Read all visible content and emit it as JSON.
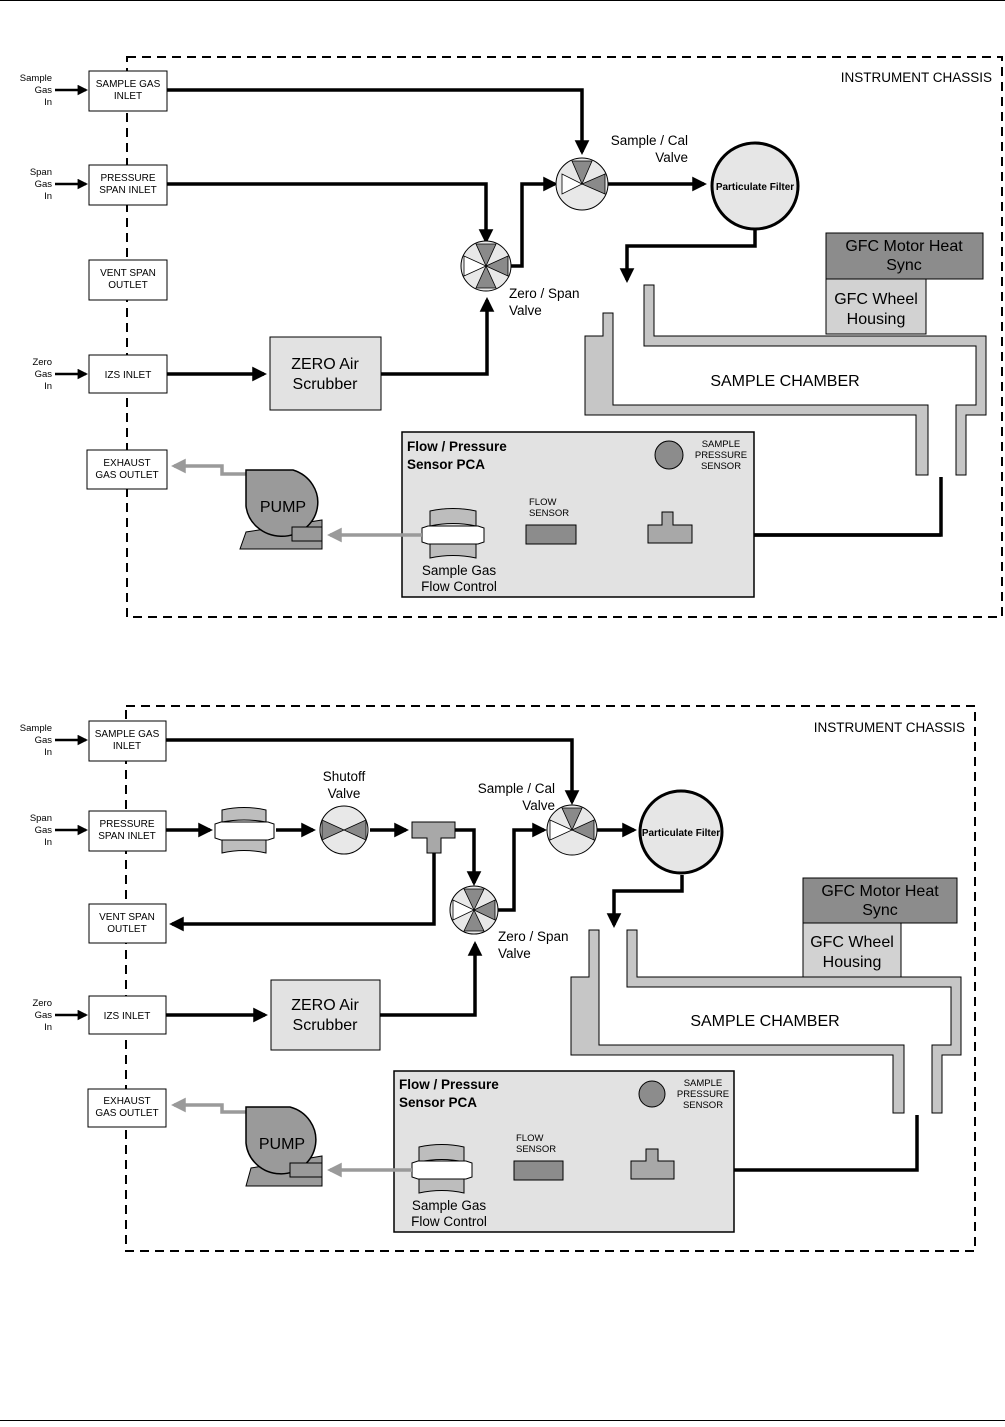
{
  "diagrams": [
    {
      "chassis": "INSTRUMENT CHASSIS",
      "ports": [
        {
          "label": [
            "SAMPLE GAS",
            "INLET"
          ],
          "side_text": [
            "Sample",
            "Gas",
            "In"
          ]
        },
        {
          "label": [
            "PRESSURE",
            "SPAN INLET"
          ],
          "side_text": [
            "Span",
            "Gas",
            "In"
          ]
        },
        {
          "label": [
            "VENT SPAN",
            "OUTLET"
          ],
          "side_text": []
        },
        {
          "label": [
            "IZS INLET"
          ],
          "side_text": [
            "Zero",
            "Gas",
            "In"
          ]
        },
        {
          "label": [
            "EXHAUST",
            "GAS OUTLET"
          ],
          "side_text": []
        }
      ],
      "sample_cal_valve": [
        "Sample / Cal",
        "Valve"
      ],
      "zero_span_valve": [
        "Zero / Span",
        "Valve"
      ],
      "particulate_filter": "Particulate Filter",
      "gfc_motor": [
        "GFC Motor Heat",
        "Sync"
      ],
      "gfc_wheel": [
        "GFC Wheel",
        "Housing"
      ],
      "sample_chamber": "SAMPLE CHAMBER",
      "zero_air_scrubber": [
        "ZERO Air",
        "Scrubber"
      ],
      "pca": [
        "Flow / Pressure",
        "Sensor PCA"
      ],
      "pressure_sensor": [
        "SAMPLE",
        "PRESSURE",
        "SENSOR"
      ],
      "flow_sensor": [
        "FLOW",
        "SENSOR"
      ],
      "flow_control": [
        "Sample Gas",
        "Flow Control"
      ],
      "pump": "PUMP"
    },
    {
      "chassis": "INSTRUMENT CHASSIS",
      "ports": [
        {
          "label": [
            "SAMPLE GAS",
            "INLET"
          ],
          "side_text": [
            "Sample",
            "Gas",
            "In"
          ]
        },
        {
          "label": [
            "PRESSURE",
            "SPAN INLET"
          ],
          "side_text": [
            "Span",
            "Gas",
            "In"
          ]
        },
        {
          "label": [
            "VENT SPAN",
            "OUTLET"
          ],
          "side_text": []
        },
        {
          "label": [
            "IZS INLET"
          ],
          "side_text": [
            "Zero",
            "Gas",
            "In"
          ]
        },
        {
          "label": [
            "EXHAUST",
            "GAS OUTLET"
          ],
          "side_text": []
        }
      ],
      "shutoff_valve": [
        "Shutoff",
        "Valve"
      ],
      "sample_cal_valve": [
        "Sample / Cal",
        "Valve"
      ],
      "zero_span_valve": [
        "Zero / Span",
        "Valve"
      ],
      "particulate_filter": "Particulate Filter",
      "gfc_motor": [
        "GFC Motor Heat",
        "Sync"
      ],
      "gfc_wheel": [
        "GFC Wheel",
        "Housing"
      ],
      "sample_chamber": "SAMPLE CHAMBER",
      "zero_air_scrubber": [
        "ZERO Air",
        "Scrubber"
      ],
      "pca": [
        "Flow / Pressure",
        "Sensor PCA"
      ],
      "pressure_sensor": [
        "SAMPLE",
        "PRESSURE",
        "SENSOR"
      ],
      "flow_sensor": [
        "FLOW",
        "SENSOR"
      ],
      "flow_control": [
        "Sample Gas",
        "Flow Control"
      ],
      "pump": "PUMP"
    }
  ]
}
